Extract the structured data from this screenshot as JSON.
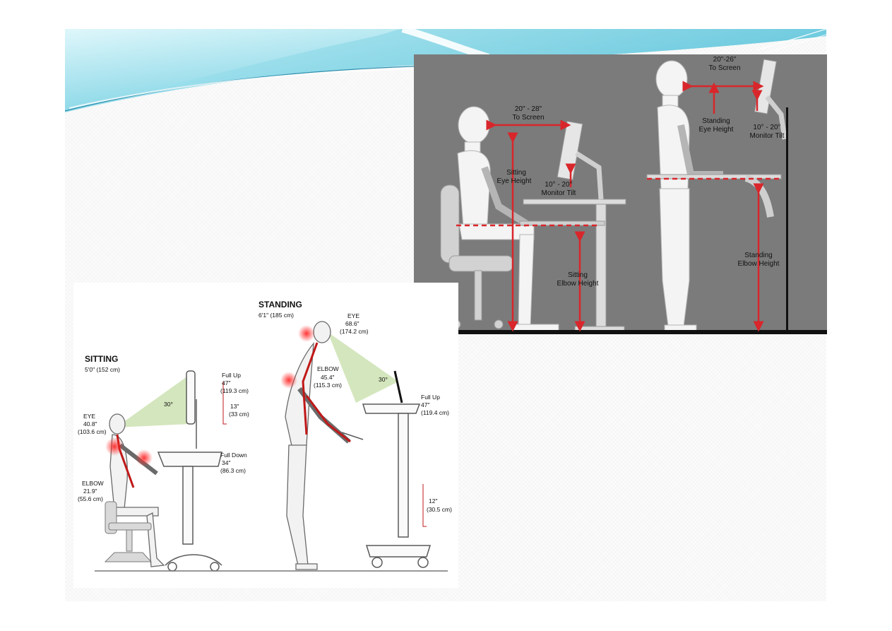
{
  "colors": {
    "banner_light": "#c8f0f7",
    "banner_mid": "#7fd3e3",
    "banner_dark": "#3fb2cc",
    "photo_top_bg": "#7b7b7b",
    "figure_fill": "#f4f4f4",
    "measure_red": "#d9262b",
    "sight_green": "#cfe3b6",
    "strain_red": "#ff3b3b"
  },
  "top_photo": {
    "sitting_distance": "20\" - 28\"",
    "sitting_distance_sub": "To Screen",
    "sitting_eye": "Sitting",
    "sitting_eye_sub": "Eye Height",
    "monitor_tilt_sit": "10° - 20°",
    "monitor_tilt_sit_sub": "Monitor Tilt",
    "sitting_elbow": "Sitting",
    "sitting_elbow_sub": "Elbow Height",
    "standing_distance": "20\"-26\"",
    "standing_distance_sub": "To Screen",
    "standing_eye": "Standing",
    "standing_eye_sub": "Eye Height",
    "monitor_tilt_stand": "10° - 20°",
    "monitor_tilt_stand_sub": "Monitor Tilt",
    "standing_elbow": "Standing",
    "standing_elbow_sub": "Elbow Height"
  },
  "bottom_photo": {
    "standing_title": "STANDING",
    "standing_height": "6'1\" (185 cm)",
    "standing_eye": "EYE",
    "standing_eye_val": "68.6\"",
    "standing_eye_cm": "(174.2 cm)",
    "standing_elbow": "ELBOW",
    "standing_elbow_val": "45.4\"",
    "standing_elbow_cm": "(115.3 cm)",
    "standing_angle": "30°",
    "standing_fullup": "Full Up",
    "standing_fullup_val": "47\"",
    "standing_fullup_cm": "(119.4 cm)",
    "standing_range": "12\"",
    "standing_range_cm": "(30.5 cm)",
    "sitting_title": "SITTING",
    "sitting_height": "5'0\" (152 cm)",
    "sitting_eye": "EYE",
    "sitting_eye_val": "40.8\"",
    "sitting_eye_cm": "(103.6 cm)",
    "sitting_elbow": "ELBOW",
    "sitting_elbow_val": "21.9\"",
    "sitting_elbow_cm": "(55.6 cm)",
    "sitting_angle": "30°",
    "sitting_fullup": "Full Up",
    "sitting_fullup_val": "47\"",
    "sitting_fullup_cm": "(119.3 cm)",
    "sitting_range": "13\"",
    "sitting_range_cm": "(33 cm)",
    "sitting_fulldown": "Full Down",
    "sitting_fulldown_val": "34\"",
    "sitting_fulldown_cm": "(86.3 cm)"
  }
}
